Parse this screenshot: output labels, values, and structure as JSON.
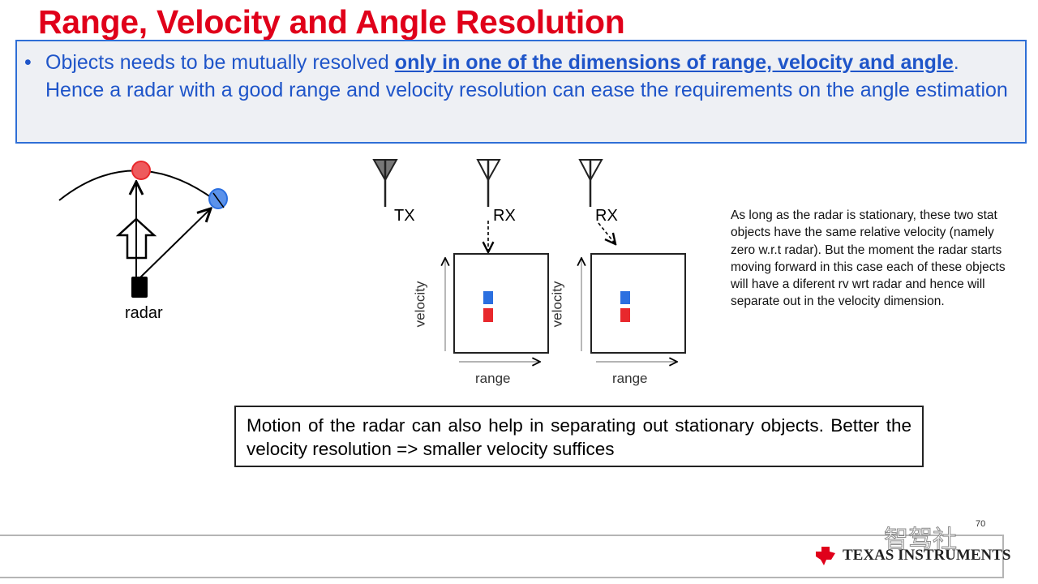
{
  "title": "Range, Velocity and Angle Resolution",
  "bullet": {
    "marker": "•",
    "pre": "Objects needs to be mutually resolved ",
    "emph": "only in one of the dimensions of range, velocity and angle",
    "post": ". Hence a radar with a  good range and velocity resolution can ease the requirements on the angle estimation"
  },
  "radar_label": "radar",
  "antennas": {
    "tx": "TX",
    "rx1": "RX",
    "rx2": "RX"
  },
  "plots": [
    {
      "ylabel": "velocity",
      "xlabel": "range"
    },
    {
      "ylabel": "velocity",
      "xlabel": "range"
    }
  ],
  "note": "As long as the radar is stationary, these two stat objects have the same relative velocity (namely zero w.r.t radar). But the moment the radar starts moving forward in this case each of these objects will have a diferent rv wrt radar and hence will separate out in the velocity dimension.",
  "motion": "Motion of the radar can also help in separating out stationary objects. Better the velocity resolution => smaller velocity suffices",
  "footer": {
    "company": "Texas Instruments",
    "page": "70",
    "watermark": "智驾社"
  },
  "colors": {
    "title": "#e0001a",
    "bullet": "#1f55c9",
    "red": "#e8282c",
    "blue": "#2b6fe0"
  }
}
